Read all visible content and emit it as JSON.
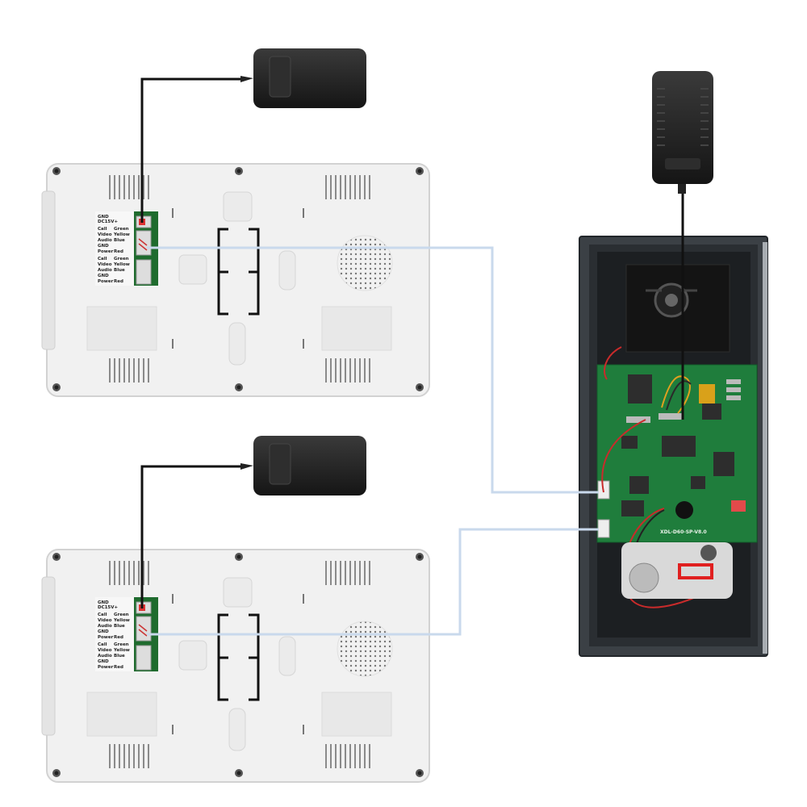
{
  "monitors": [
    {
      "terminal_labels": [
        "GND",
        "DC15V+",
        "Call",
        "Video",
        "Audio",
        "GND",
        "Power",
        "Call",
        "Video",
        "Audio",
        "GND",
        "Power"
      ],
      "wire_labels": [
        "Green",
        "Yellow",
        "Blue",
        "Red",
        "Green",
        "Yellow",
        "Blue",
        "Red"
      ]
    },
    {
      "terminal_labels": [
        "GND",
        "DC15V+",
        "Call",
        "Video",
        "Audio",
        "GND",
        "Power",
        "Call",
        "Video",
        "Audio",
        "GND",
        "Power"
      ],
      "wire_labels": [
        "Green",
        "Yellow",
        "Blue",
        "Red",
        "Green",
        "Yellow",
        "Blue",
        "Red"
      ]
    }
  ],
  "doorbell": {
    "board_label": "XDL-D60-SP-V8.0"
  },
  "colors": {
    "power_cable": "#111111",
    "signal_cable": "#c9d9ec",
    "monitor_body": "#f1f1f1",
    "adapter": "#1f1f1f",
    "pcb": "#1f7d3c",
    "doorbell_housing": "#3b4045"
  },
  "icons": [
    "power-adapter-icon",
    "speaker-grille-icon",
    "screw-icon",
    "terminal-block-icon"
  ]
}
